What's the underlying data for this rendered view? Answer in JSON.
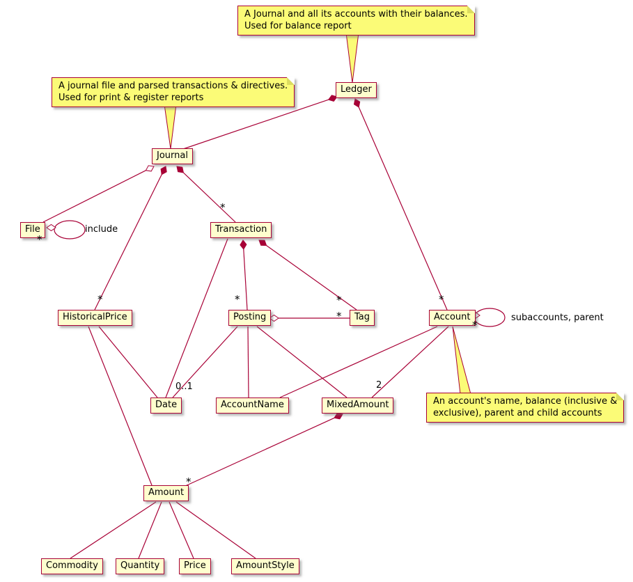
{
  "diagram": {
    "type": "uml-class-diagram",
    "colors": {
      "class_fill": "#FEFECE",
      "note_fill": "#FBFB77",
      "border": "#A80036",
      "line": "#A80036",
      "background": "#FFFFFF"
    },
    "nodes": [
      {
        "id": "ledger",
        "label": "Ledger"
      },
      {
        "id": "journal",
        "label": "Journal"
      },
      {
        "id": "file",
        "label": "File"
      },
      {
        "id": "transaction",
        "label": "Transaction"
      },
      {
        "id": "historicalprice",
        "label": "HistoricalPrice"
      },
      {
        "id": "posting",
        "label": "Posting"
      },
      {
        "id": "tag",
        "label": "Tag"
      },
      {
        "id": "account",
        "label": "Account"
      },
      {
        "id": "date",
        "label": "Date"
      },
      {
        "id": "accountname",
        "label": "AccountName"
      },
      {
        "id": "mixedamount",
        "label": "MixedAmount"
      },
      {
        "id": "amount",
        "label": "Amount"
      },
      {
        "id": "commodity",
        "label": "Commodity"
      },
      {
        "id": "quantity",
        "label": "Quantity"
      },
      {
        "id": "price",
        "label": "Price"
      },
      {
        "id": "amountstyle",
        "label": "AmountStyle"
      }
    ],
    "notes": [
      {
        "target": "Ledger",
        "line1": "A Journal and all its accounts with their balances.",
        "line2": "Used for balance report"
      },
      {
        "target": "Journal",
        "line1": "A journal file and parsed transactions & directives.",
        "line2": "Used for print & register reports"
      },
      {
        "target": "Account",
        "line1": "An account's name, balance (inclusive &",
        "line2": "exclusive), parent and child accounts"
      }
    ],
    "labels": {
      "star": "*",
      "posting_date_multiplicity": "0..1",
      "account_mixedamount_multiplicity": "2",
      "file_loop": "include",
      "account_loop": "subaccounts, parent"
    },
    "relationships": [
      {
        "from": "Ledger",
        "to": "Journal",
        "kind": "composition",
        "multiplicity": ""
      },
      {
        "from": "Ledger",
        "to": "Account",
        "kind": "composition",
        "multiplicity": "*"
      },
      {
        "from": "Journal",
        "to": "File",
        "kind": "aggregation",
        "multiplicity": ""
      },
      {
        "from": "File",
        "to": "File",
        "kind": "aggregation",
        "multiplicity": "*",
        "label": "include"
      },
      {
        "from": "Journal",
        "to": "Transaction",
        "kind": "composition",
        "multiplicity": "*"
      },
      {
        "from": "Journal",
        "to": "HistoricalPrice",
        "kind": "composition",
        "multiplicity": "*"
      },
      {
        "from": "Transaction",
        "to": "Posting",
        "kind": "composition",
        "multiplicity": "*"
      },
      {
        "from": "Transaction",
        "to": "Tag",
        "kind": "composition",
        "multiplicity": "*"
      },
      {
        "from": "Transaction",
        "to": "Date",
        "kind": "association",
        "multiplicity": ""
      },
      {
        "from": "Posting",
        "to": "Tag",
        "kind": "aggregation",
        "multiplicity": "*"
      },
      {
        "from": "Posting",
        "to": "Date",
        "kind": "association",
        "multiplicity": "0..1"
      },
      {
        "from": "Posting",
        "to": "AccountName",
        "kind": "association",
        "multiplicity": ""
      },
      {
        "from": "Posting",
        "to": "MixedAmount",
        "kind": "association",
        "multiplicity": ""
      },
      {
        "from": "Account",
        "to": "Account",
        "kind": "aggregation",
        "multiplicity": "*",
        "label": "subaccounts, parent"
      },
      {
        "from": "Account",
        "to": "AccountName",
        "kind": "association",
        "multiplicity": ""
      },
      {
        "from": "Account",
        "to": "MixedAmount",
        "kind": "association",
        "multiplicity": "2"
      },
      {
        "from": "HistoricalPrice",
        "to": "Date",
        "kind": "association",
        "multiplicity": ""
      },
      {
        "from": "HistoricalPrice",
        "to": "Amount",
        "kind": "association",
        "multiplicity": ""
      },
      {
        "from": "MixedAmount",
        "to": "Amount",
        "kind": "composition",
        "multiplicity": "*"
      },
      {
        "from": "Amount",
        "to": "Commodity",
        "kind": "association",
        "multiplicity": ""
      },
      {
        "from": "Amount",
        "to": "Quantity",
        "kind": "association",
        "multiplicity": ""
      },
      {
        "from": "Amount",
        "to": "Price",
        "kind": "association",
        "multiplicity": ""
      },
      {
        "from": "Amount",
        "to": "AmountStyle",
        "kind": "association",
        "multiplicity": ""
      }
    ]
  }
}
